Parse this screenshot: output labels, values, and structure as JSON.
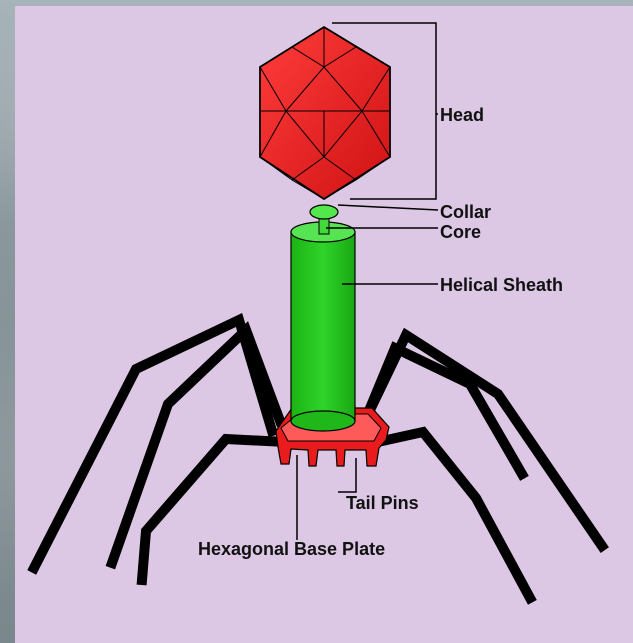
{
  "diagram": {
    "labels": {
      "head": "Head",
      "collar": "Collar",
      "core": "Core",
      "helical_sheath": "Helical Sheath",
      "tail_pins": "Tail Pins",
      "base_plate": "Hexagonal Base Plate"
    },
    "colors": {
      "panel": "#dcc8e4",
      "head": "#e32020",
      "sheath": "#24c51e",
      "base_plate": "#e31f1f",
      "legs": "#000000"
    }
  }
}
